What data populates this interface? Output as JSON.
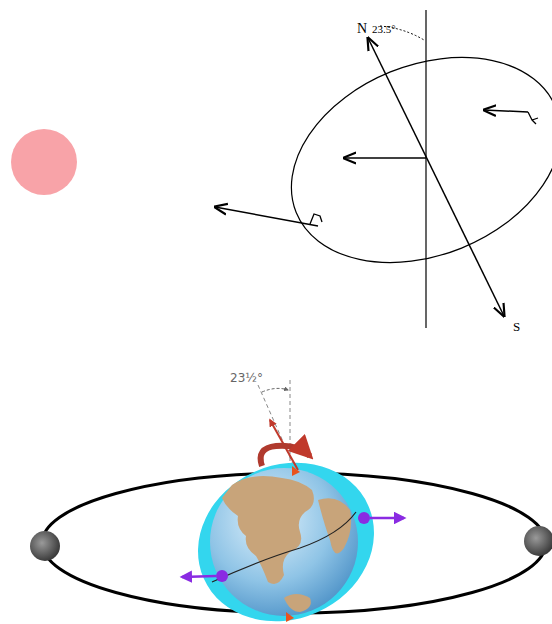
{
  "diagram": {
    "labels": [
      "N",
      "23.5°",
      "S",
      "23½°"
    ]
  }
}
